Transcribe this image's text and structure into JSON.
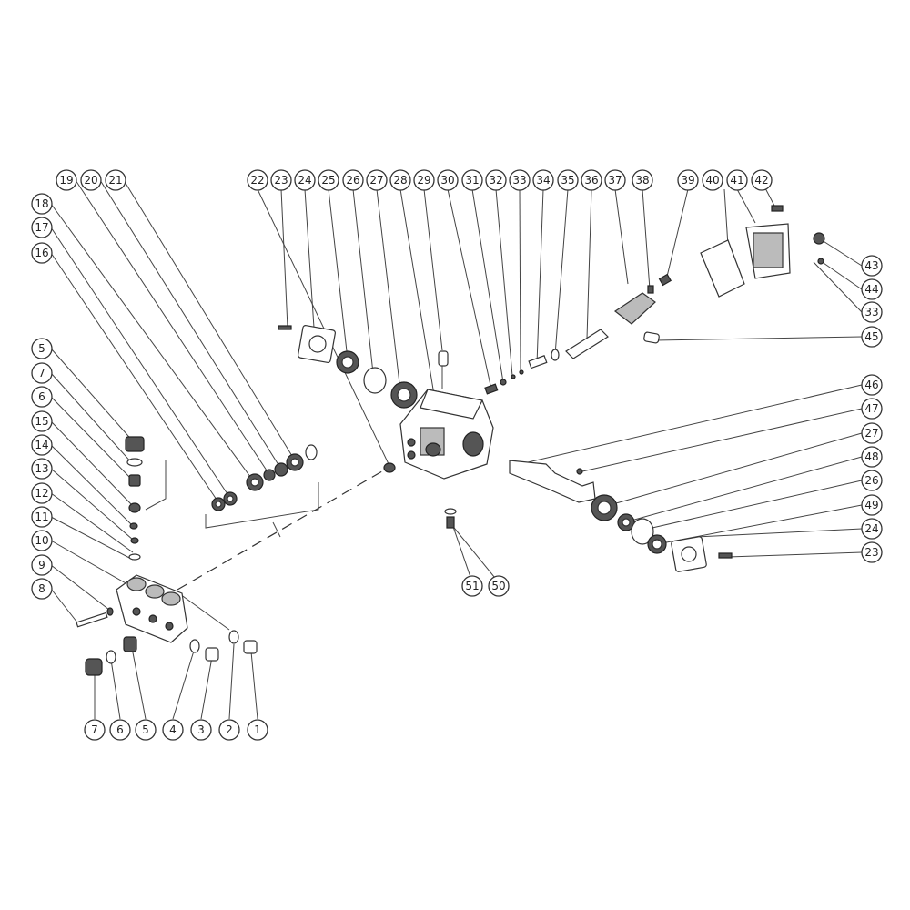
{
  "callouts": {
    "c1": "1",
    "c2": "2",
    "c3": "3",
    "c4": "4",
    "c5": "5",
    "c5b": "5",
    "c6": "6",
    "c6b": "6",
    "c7": "7",
    "c7b": "7",
    "c8": "8",
    "c9": "9",
    "c10": "10",
    "c11": "11",
    "c12": "12",
    "c13": "13",
    "c14": "14",
    "c15": "15",
    "c16": "16",
    "c17": "17",
    "c18": "18",
    "c19": "19",
    "c20": "20",
    "c21": "21",
    "c22": "22",
    "c23": "23",
    "c23b": "23",
    "c24": "24",
    "c24b": "24",
    "c25": "25",
    "c26": "26",
    "c26b": "26",
    "c27": "27",
    "c27b": "27",
    "c28": "28",
    "c29": "29",
    "c30": "30",
    "c31": "31",
    "c32": "32",
    "c33": "33",
    "c33b": "33",
    "c34": "34",
    "c35": "35",
    "c36": "36",
    "c37": "37",
    "c38": "38",
    "c39": "39",
    "c40": "40",
    "c41": "41",
    "c42": "42",
    "c43": "43",
    "c44": "44",
    "c45": "45",
    "c46": "46",
    "c47": "47",
    "c48": "48",
    "c49": "49",
    "c50": "50",
    "c51": "51"
  }
}
